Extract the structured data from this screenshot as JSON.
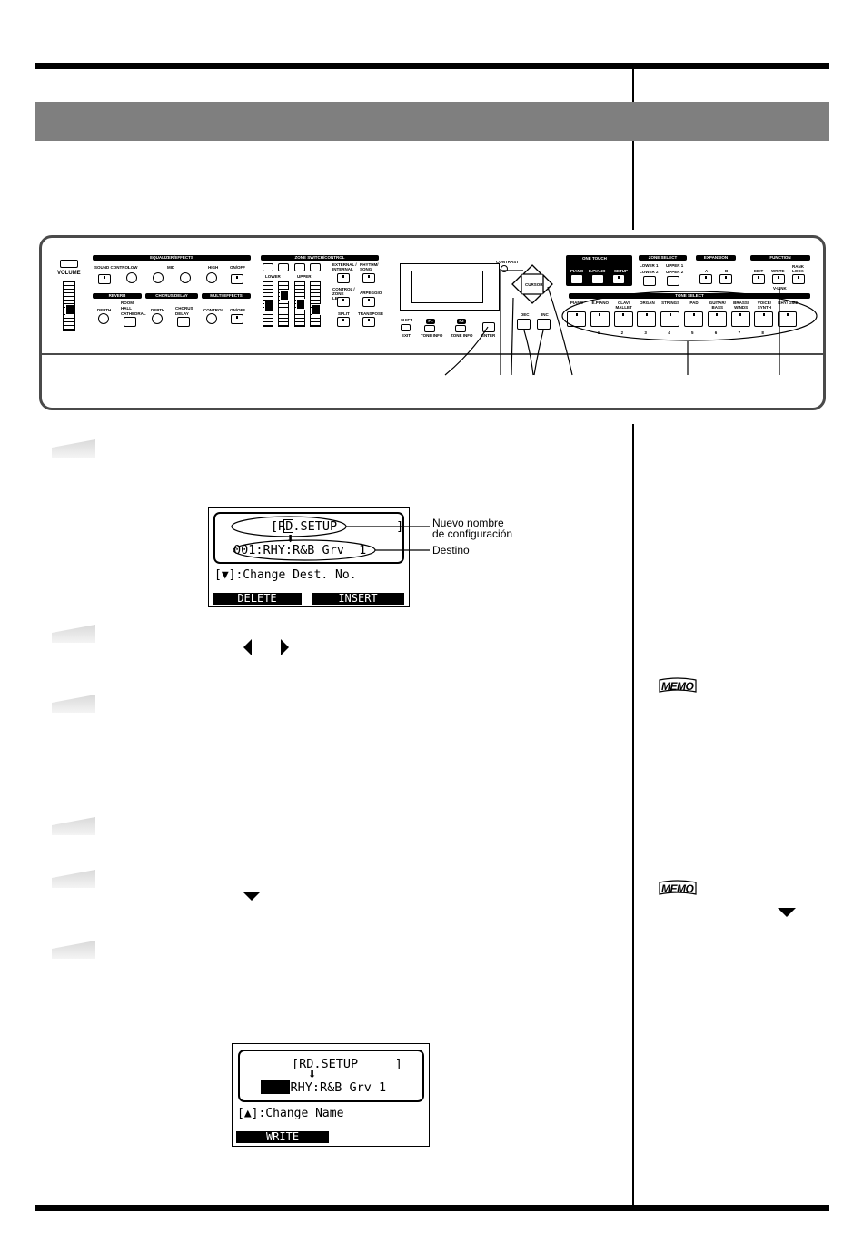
{
  "keyboard_panel": {
    "section_titles": {
      "equalizer": "EQUALIZER/EFFECTS",
      "zone_switch": "ZONE SWITCH/CONTROL",
      "reverb": "REVERB",
      "chorus": "CHORUS/DELAY",
      "multi": "MULTI-EFFECTS",
      "one_touch": "ONE TOUCH",
      "zone_select": "ZONE SELECT",
      "expansion": "EXPANSION",
      "function": "FUNCTION",
      "tone_select": "TONE SELECT"
    },
    "volume_label": "VOLUME",
    "eq_labels": [
      "SOUND CONTROL",
      "LOW",
      "MID",
      "HIGH",
      "ON/OFF"
    ],
    "reverb_labels": [
      "DEPTH",
      "ROOM",
      "HALL",
      "CATHEDRAL"
    ],
    "chorus_labels": [
      "DEPTH",
      "CHORUS",
      "DELAY"
    ],
    "multi_labels": [
      "CONTROL",
      "ON/OFF"
    ],
    "zone_labels": [
      "LOWER",
      "UPPER",
      "EXTERNAL / INTERNAL",
      "RHYTHM/ SONG",
      "CONTROL / ZONE LEVEL",
      "ARPEGGIO",
      "SPLIT",
      "TRANSPOSE"
    ],
    "display_labels": [
      "SHIFT",
      "EXIT",
      "F1",
      "F2",
      "TONE INFO",
      "ZONE INFO",
      "ENTER"
    ],
    "contrast_label": "CONTRAST",
    "cursor_label": "CURSOR",
    "dec_label": "DEC",
    "inc_label": "INC",
    "one_touch_labels": [
      "PIANO",
      "E.PIANO",
      "SETUP"
    ],
    "zone_select_labels": [
      "LOWER 1",
      "LOWER 2",
      "UPPER 1",
      "UPPER 2"
    ],
    "expansion_labels": [
      "A",
      "B"
    ],
    "function_labels": [
      "EDIT",
      "WRITE",
      "RANK LOCK",
      "V-LINK"
    ],
    "tone_labels": [
      "PIANO",
      "E.PIANO",
      "CLAV/ MALLET",
      "ORGAN",
      "STRINGS",
      "PAD",
      "GUITAR/ BASS",
      "BRASS/ WINDS",
      "VOICE/ SYNTH",
      "RHY/ GM2"
    ],
    "tone_numbers": [
      "1",
      "2",
      "3",
      "4",
      "5",
      "6",
      "7",
      "8"
    ]
  },
  "display1": {
    "line1": "[RD.SETUP        ]",
    "line2": "001:RHY:R&B Grv  1",
    "line3": "[▼]:Change Dest. No.",
    "softkey1": "DELETE",
    "softkey2": "INSERT",
    "annotation1_a": "Nuevo nombre",
    "annotation1_b": "de configuración",
    "annotation2": "Destino"
  },
  "display2": {
    "line1": "[RD.SETUP     ]",
    "line2": "001:RHY:R&B Grv 1",
    "line3": "[▲]:Change Name",
    "softkey1": "WRITE"
  },
  "memo_label": "MEMO"
}
